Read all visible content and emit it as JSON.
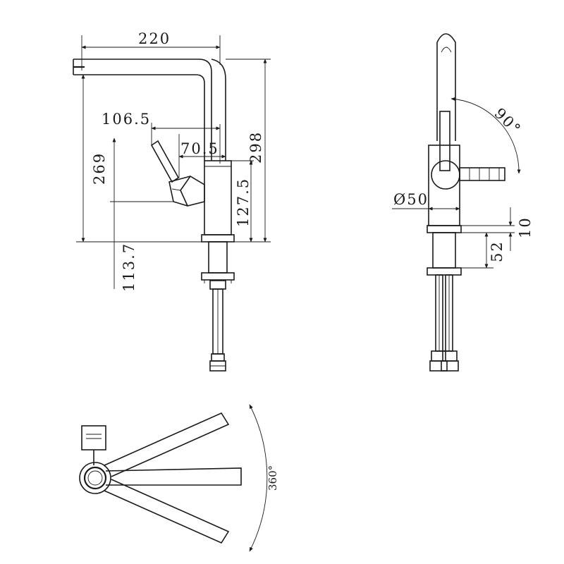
{
  "dimensions": {
    "front": {
      "spout_reach": "220",
      "handle_reach": "106.5",
      "body_offset": "70.5",
      "spout_outlet_height": "269",
      "overall_height": "298",
      "handle_base_height": "127.5",
      "shank_length": "113.7"
    },
    "side": {
      "lever_angle": "90°",
      "body_diameter": "Ø50",
      "base_plate": "10",
      "thread_length": "52"
    },
    "top": {
      "swivel_angle": "360°"
    }
  }
}
